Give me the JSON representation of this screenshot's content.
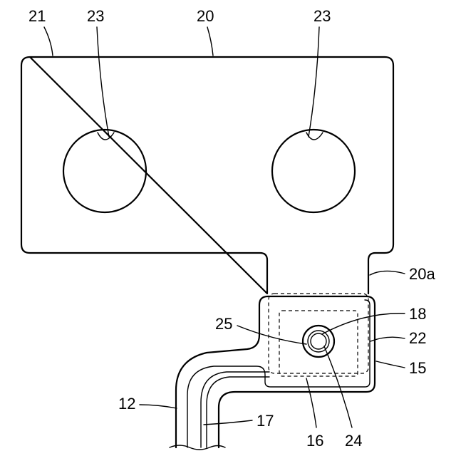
{
  "labels": {
    "l21": "21",
    "l23_left": "23",
    "l20": "20",
    "l23_right": "23",
    "l20a": "20a",
    "l18": "18",
    "l22": "22",
    "l15": "15",
    "l25": "25",
    "l12": "12",
    "l17": "17",
    "l16": "16",
    "l24": "24"
  }
}
